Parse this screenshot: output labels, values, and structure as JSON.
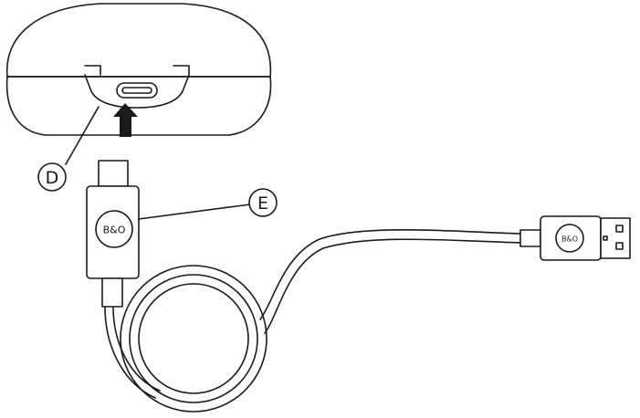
{
  "callouts": {
    "case_label": "D",
    "cable_label": "E"
  },
  "logos": {
    "usb_c_plug_logo": "B&O",
    "usb_a_plug_logo": "B&O"
  },
  "icons": {
    "arrow": "up-arrow-icon"
  },
  "colors": {
    "line": "#1a1a1a",
    "background": "#ffffff"
  }
}
